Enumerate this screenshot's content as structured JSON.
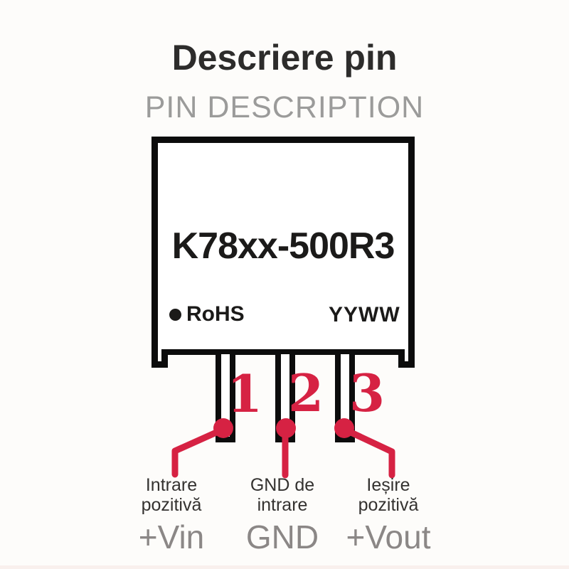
{
  "header": {
    "title": "Descriere pin",
    "subtitle": "PIN DESCRIPTION"
  },
  "module": {
    "part_number": "K78xx-500R3",
    "rohs_label": "RoHS",
    "date_code": "YYWW"
  },
  "pins": [
    {
      "number": "1",
      "description_line1": "Intrare",
      "description_line2": "pozitivă",
      "signal": "+Vin"
    },
    {
      "number": "2",
      "description_line1": "GND de",
      "description_line2": "intrare",
      "signal": "GND"
    },
    {
      "number": "3",
      "description_line1": "Ieșire",
      "description_line2": "pozitivă",
      "signal": "+Vout"
    }
  ],
  "colors": {
    "annotation_red": "#d62243",
    "case_black": "#0c0c0c",
    "title_dark": "#2d2c2b",
    "subtitle_gray": "#9b9b9a",
    "label_dark": "#343230",
    "signal_gray": "#8b8786",
    "background": "#fdfcfa"
  }
}
